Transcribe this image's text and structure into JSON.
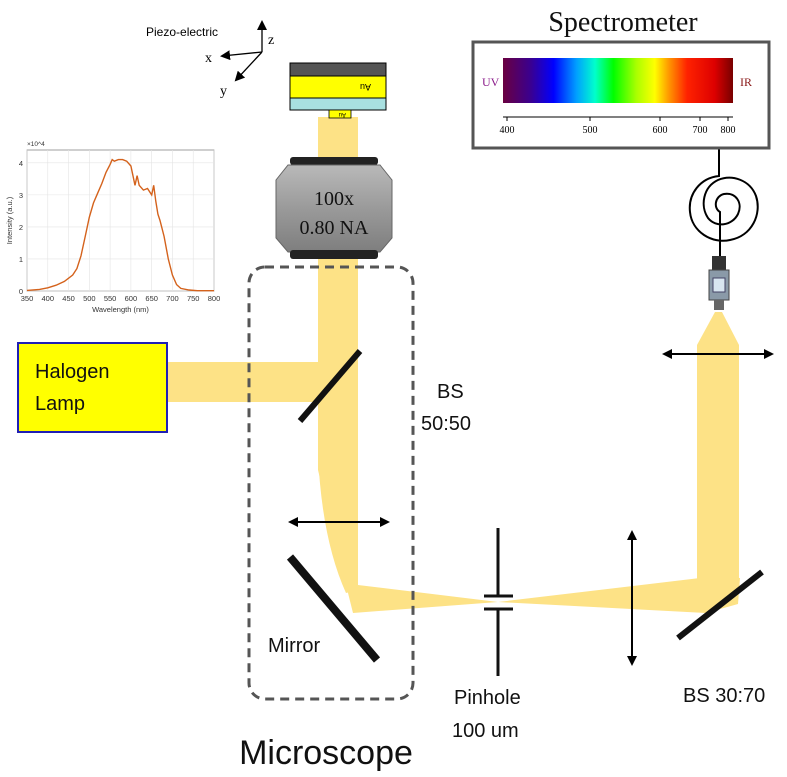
{
  "title": "Microscope",
  "colors": {
    "beam": "#fde286",
    "lamp_fill": "#ffff00",
    "lamp_border": "#1f1fb4",
    "plot_line": "#d4621c",
    "cyan_layer": "#a8e0e0",
    "optic_black": "#111111"
  },
  "piezo": {
    "label": "Piezo-electric",
    "x": "x",
    "y": "y",
    "z": "z"
  },
  "sample": {
    "top_label": "Au",
    "bottom_label": "Au"
  },
  "objective": {
    "magnification": "100x",
    "na": "0.80 NA"
  },
  "lamp": {
    "line1": "Halogen",
    "line2": "Lamp"
  },
  "bs1": {
    "line1": "BS",
    "line2": "50:50"
  },
  "mirror_label": "Mirror",
  "pinhole": {
    "line1": "Pinhole",
    "line2": "100 um"
  },
  "bs2_label": "BS 30:70",
  "spectrometer": {
    "title": "Spectrometer",
    "uv": "UV",
    "ir": "IR",
    "ticks": [
      "400",
      "500",
      "600",
      "700",
      "800"
    ]
  },
  "chart_data": {
    "type": "line",
    "title": "",
    "xlabel": "Wavelength (nm)",
    "ylabel": "Intensity (a.u.)",
    "y_multiplier": "×10^4",
    "xlim": [
      350,
      800
    ],
    "ylim": [
      0,
      4.4
    ],
    "xticks": [
      "350",
      "400",
      "450",
      "500",
      "550",
      "600",
      "650",
      "700",
      "750",
      "800"
    ],
    "yticks": [
      "0",
      "1",
      "2",
      "3",
      "4"
    ],
    "grid": true,
    "x": [
      350,
      380,
      400,
      420,
      440,
      460,
      470,
      480,
      490,
      500,
      510,
      520,
      530,
      540,
      550,
      555,
      560,
      570,
      580,
      590,
      600,
      610,
      615,
      620,
      630,
      640,
      650,
      655,
      660,
      665,
      670,
      680,
      690,
      700,
      710,
      720,
      740,
      760,
      800
    ],
    "y": [
      0.02,
      0.05,
      0.1,
      0.18,
      0.3,
      0.5,
      0.7,
      1.1,
      1.7,
      2.3,
      2.75,
      3.05,
      3.35,
      3.7,
      3.95,
      4.1,
      4.05,
      4.1,
      4.1,
      4.05,
      3.9,
      3.3,
      3.6,
      3.3,
      3.15,
      3.2,
      3.0,
      3.3,
      2.8,
      2.4,
      2.2,
      1.7,
      1.0,
      0.5,
      0.2,
      0.08,
      0.03,
      0.01,
      0.01
    ]
  }
}
